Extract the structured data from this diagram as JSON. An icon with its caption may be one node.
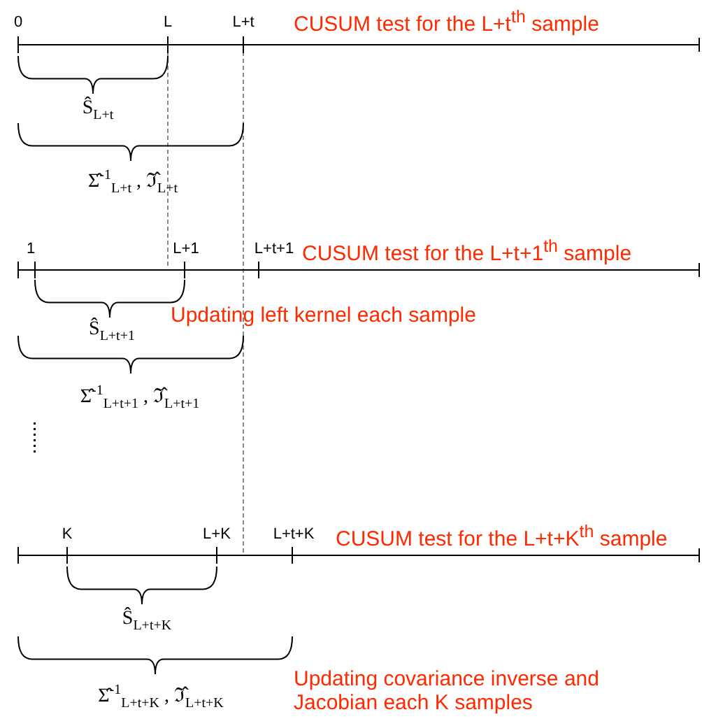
{
  "diagram": {
    "labels": [
      "0",
      "L",
      "L+t",
      "CUSUM test for the L+t$^{th}$ sample",
      "Ŝ$_{L+t}$",
      "Σ̂$^{-1}$$_{L+t}$ , ℑ̂$_{L+t}$",
      "1",
      "L+1",
      "L+t+1",
      "CUSUM test for the L+t+1$^{th}$ sample",
      "Ŝ$_{L+t+1}$",
      "Updating left kernel each sample",
      "Σ̂$^{-1}$$_{L+t+1}$ , ℑ̂$_{L+t+1}$",
      "K",
      "L+K",
      "L+t+K",
      "CUSUM test for the L+t+K$^{th}$ sample",
      "Ŝ$_{L+t+K}$",
      "Updating covariance inverse and Jacobian each K samples",
      "Σ̂$^{-1}$$_{L+t+K}$ , ℑ̂$_{L+t+K}$"
    ]
  }
}
